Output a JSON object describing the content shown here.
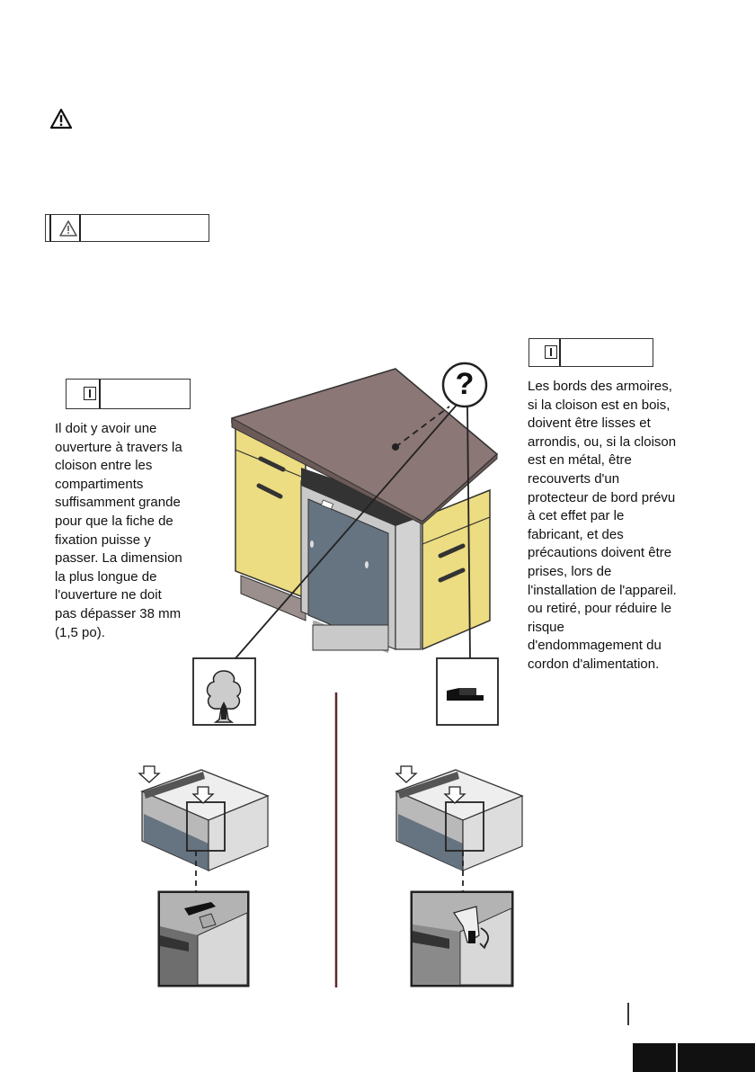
{
  "right_note": {
    "lines": [
      "Les bords des armoires,",
      "si la cloison est en bois,",
      "doivent être lisses et",
      "arrondis, ou, si la cloison",
      "est en métal, être",
      "recouverts d'un",
      "protecteur de bord prévu",
      "à cet effet par le",
      "fabricant, et des",
      "précautions doivent être",
      "prises, lors de",
      "l'installation de l'appareil.",
      "ou retiré, pour réduire le",
      "risque",
      "d'endommagement du",
      "cordon d'alimentation."
    ]
  },
  "left_note": {
    "lines": [
      "Il doit y avoir une",
      "ouverture à travers la",
      "cloison entre les",
      "compartiments",
      "suffisamment grande",
      "pour que la fiche de",
      "fixation puisse y",
      "passer. La dimension",
      "la plus longue de",
      "l'ouverture ne doit",
      "pas dépasser 38 mm",
      "(1,5 po)."
    ]
  },
  "question_mark": "?",
  "colors": {
    "countertop": "#8b7775",
    "cabinet": "#ecdc82",
    "dishwasher_panel": "#667380",
    "stainless": "#c9c9c9"
  }
}
